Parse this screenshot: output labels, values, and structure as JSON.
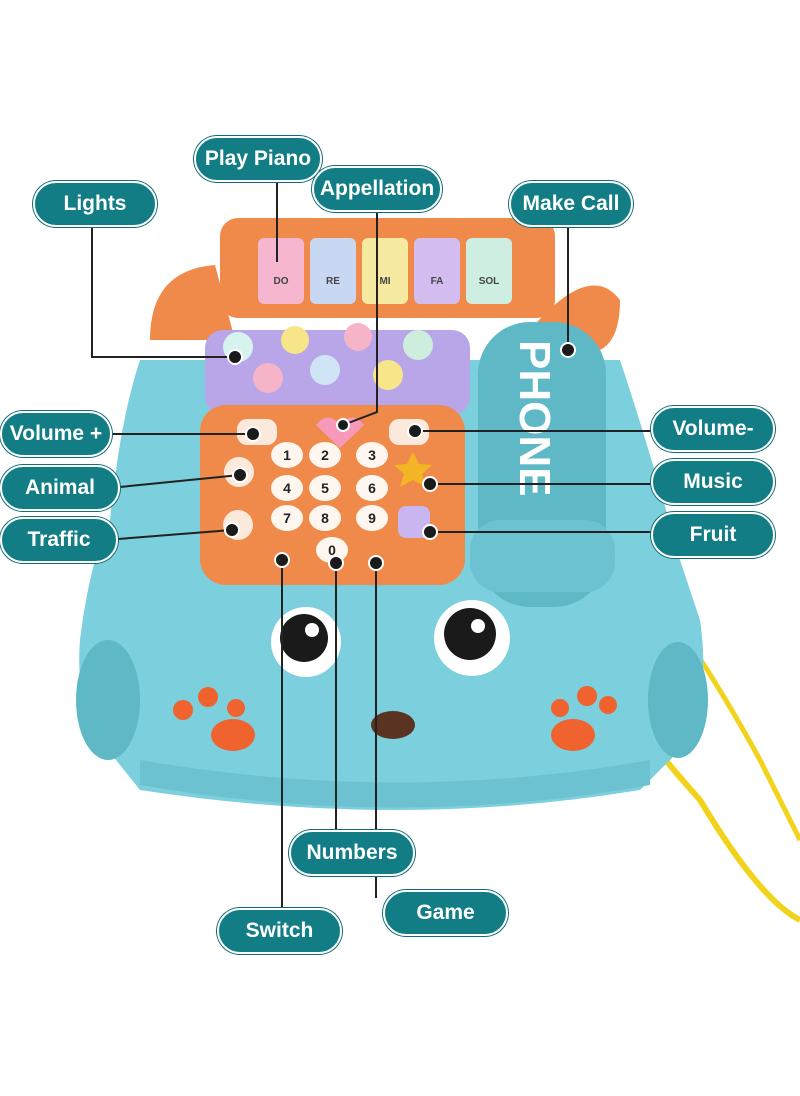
{
  "colors": {
    "callout_bg": "#137d86",
    "callout_text": "#ffffff",
    "toy_body": "#7ccfdc",
    "keypad": "#f08a4b",
    "lights_panel": "#b8a6e8",
    "cord": "#f2d31b"
  },
  "callouts": {
    "play_piano": "Play Piano",
    "appellation": "Appellation",
    "lights": "Lights",
    "make_call": "Make Call",
    "volume_plus": "Volume +",
    "volume_minus": "Volume-",
    "animal": "Animal",
    "music": "Music",
    "traffic": "Traffic",
    "fruit": "Fruit",
    "numbers": "Numbers",
    "game": "Game",
    "switch": "Switch"
  },
  "piano_keys": [
    "DO",
    "RE",
    "MI",
    "FA",
    "SOL"
  ],
  "keypad_digits": [
    "1",
    "2",
    "3",
    "4",
    "5",
    "6",
    "7",
    "8",
    "9",
    "0"
  ],
  "handset_label": "PHONE"
}
